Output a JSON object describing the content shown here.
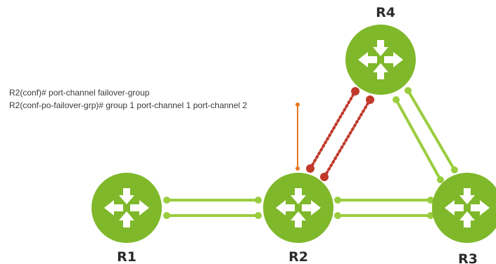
{
  "cli": {
    "line1": "R2(conf)# port-channel failover-group",
    "line2": "R2(conf-po-failover-grp)# group 1 port-channel 1 port-channel 2"
  },
  "routers": {
    "r1": "R1",
    "r2": "R2",
    "r3": "R3",
    "r4": "R4"
  },
  "colors": {
    "router_green": "#7fb82a",
    "link_green": "#9acd3f",
    "failed_red": "#c0392b",
    "callout_orange": "#e87a1e"
  }
}
